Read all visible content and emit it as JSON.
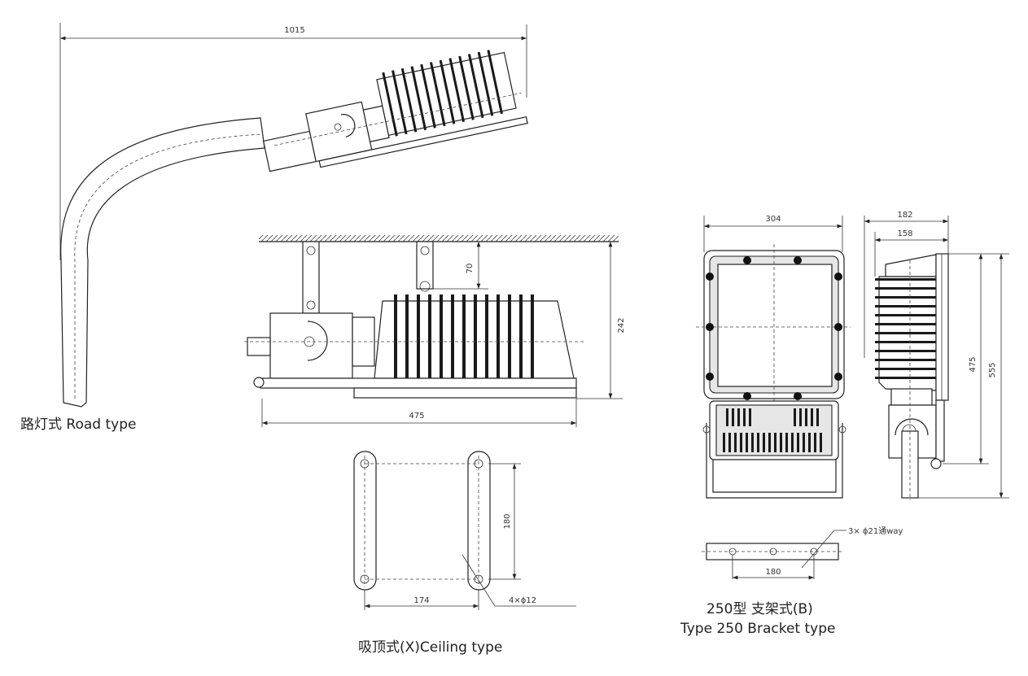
{
  "road": {
    "dim_length": "1015",
    "caption": "路灯式 Road type"
  },
  "ceiling": {
    "dim_70": "70",
    "dim_242": "242",
    "dim_475": "475",
    "dim_180": "180",
    "dim_174": "174",
    "holes": "4×ϕ12",
    "caption": "吸顶式(X)Ceiling type"
  },
  "bracket": {
    "dim_304": "304",
    "dim_182": "182",
    "dim_158": "158",
    "dim_475": "475",
    "dim_555": "555",
    "holes": "3× ϕ21通way",
    "dim_180": "180",
    "caption_cn": "250型 支架式(B)",
    "caption_en": "Type 250 Bracket type"
  }
}
